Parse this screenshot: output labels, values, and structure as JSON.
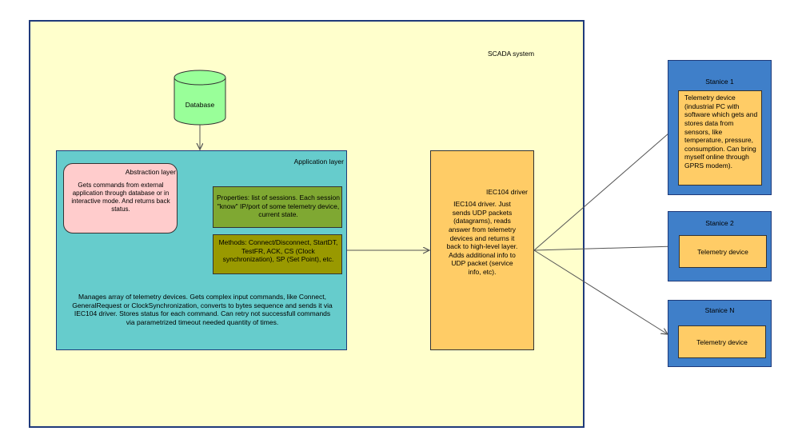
{
  "scada": {
    "title": "SCADA system"
  },
  "database": {
    "label": "Database"
  },
  "application_layer": {
    "title": "Application layer",
    "description": "Manages array of telemetry devices. Gets complex input commands, like Connect, GeneralRequest or ClockSynchronization, converts to bytes sequence and sends it via IEC104 driver. Stores status for each command. Can retry not successfull commands via parametrized timeout needed quantity of times."
  },
  "abstraction_layer": {
    "title": "Abstraction layer",
    "description": "Gets commands from external application through database or in interactive mode. And returns back status."
  },
  "properties": {
    "text": "Properties: list of sessions. Each session \"know\" IP/port of some telemetry device, current state."
  },
  "methods": {
    "text": "Methods: Connect/Disconnect, StartDT, TestFR, ACK, CS (Clock synchronization), SP (Set Point), etc."
  },
  "driver": {
    "title": "IEC104 driver",
    "description": "IEC104 driver. Just sends UDP packets (datagrams), reads  answer from telemetry devices and returns it back to high-level layer. Adds additional info to UDP packet (service info, etc)."
  },
  "stations": [
    {
      "title": "Stanice 1",
      "device": "Telemetry device (industrial PC with software which gets and stores data from sensors, like temperature, pressure, consumption. Can bring myself online through GPRS modem)."
    },
    {
      "title": "Stanice 2",
      "device": "Telemetry device"
    },
    {
      "title": "Stanice N",
      "device": "Telemetry device"
    }
  ],
  "colors": {
    "scada_bg": "#ffffcc",
    "application_bg": "#66cccc",
    "abstraction_bg": "#ffcccc",
    "properties_bg": "#7fa832",
    "methods_bg": "#999900",
    "driver_bg": "#ffcc66",
    "station_bg": "#3f7fc9",
    "database_bg": "#99ff99",
    "border": "#1f3a7a"
  }
}
